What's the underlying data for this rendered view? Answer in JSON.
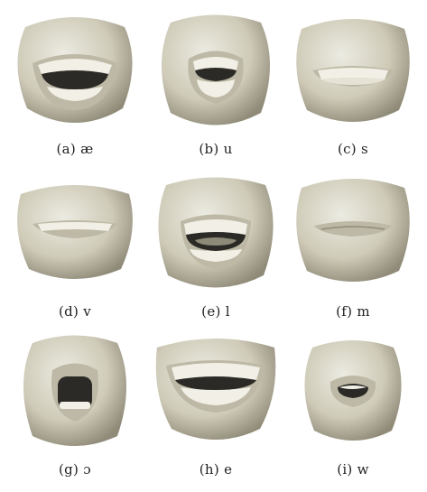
{
  "figure": {
    "panels": [
      {
        "caption": "(a) æ",
        "mouth": "open-wide"
      },
      {
        "caption": "(b) u",
        "mouth": "round-open"
      },
      {
        "caption": "(c) s",
        "mouth": "teeth-closed"
      },
      {
        "caption": "(d) v",
        "mouth": "teeth-narrow"
      },
      {
        "caption": "(e) l",
        "mouth": "open-tongue"
      },
      {
        "caption": "(f) m",
        "mouth": "closed"
      },
      {
        "caption": "(g) ɔ",
        "mouth": "round-dark"
      },
      {
        "caption": "(h) e",
        "mouth": "smile-teeth"
      },
      {
        "caption": "(i) w",
        "mouth": "pucker"
      }
    ],
    "colors": {
      "skin": "#cfcbb8",
      "skin_shadow": "#8f8b78",
      "teeth": "#f2f0e6",
      "mouth_dark": "#2b2a26"
    }
  }
}
